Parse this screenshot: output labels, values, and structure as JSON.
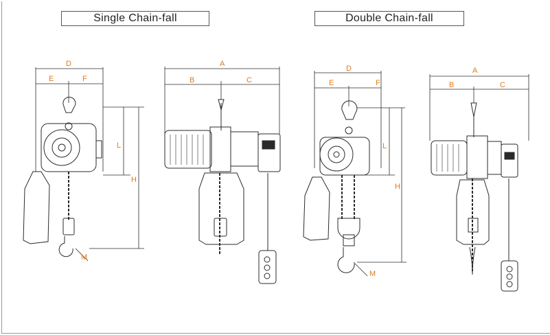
{
  "sections": {
    "single": {
      "title": "Single Chain-fall"
    },
    "double": {
      "title": "Double Chain-fall"
    }
  },
  "labels": {
    "single_front": {
      "D": "D",
      "E": "E",
      "F": "F",
      "L": "L",
      "H": "H",
      "M": "M"
    },
    "single_side": {
      "A": "A",
      "B": "B",
      "C": "C"
    },
    "double_front": {
      "D": "D",
      "E": "E",
      "F": "F",
      "L": "L",
      "H": "H",
      "M": "M"
    },
    "double_side": {
      "A": "A",
      "B": "B",
      "C": "C"
    }
  },
  "colors": {
    "line": "#2a2a2a",
    "dimension": "#e07a1a",
    "bg": "#ffffff"
  }
}
